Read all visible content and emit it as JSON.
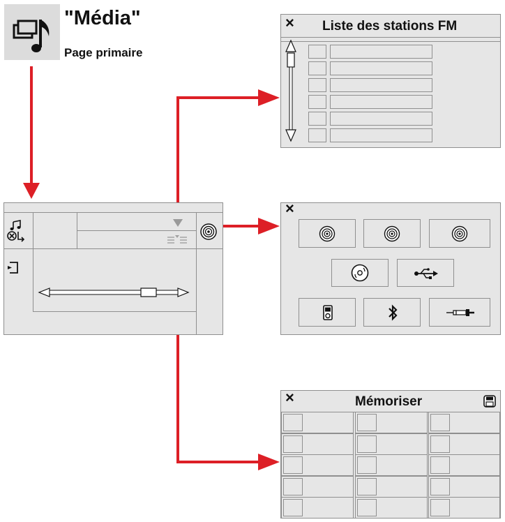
{
  "header": {
    "title": "\"Média\"",
    "subtitle": "Page primaire",
    "icon": "media-music-icon"
  },
  "primary_page": {
    "icons": [
      "source-music-icon",
      "enter-icon",
      "radio-antenna-icon",
      "slider-bar",
      "list-filter-icon",
      "arrow-down-icon"
    ]
  },
  "fm_list_panel": {
    "close_label": "×",
    "title": "Liste des stations FM",
    "rows": 6,
    "icons": [
      "scroll-up-icon",
      "scroll-down-icon"
    ]
  },
  "source_panel": {
    "close_label": "×",
    "sources": [
      "radio-antenna-icon",
      "radio-antenna-icon",
      "radio-antenna-icon",
      "cd-icon",
      "usb-icon",
      "ipod-icon",
      "bluetooth-icon",
      "aux-jack-icon"
    ]
  },
  "memorise_panel": {
    "close_label": "×",
    "title": "Mémoriser",
    "columns": 3,
    "rows": 5,
    "icons": [
      "save-icon"
    ]
  },
  "colors": {
    "arrow": "#dd1f26",
    "panel": "#e6e6e6",
    "border": "#8f8f8f",
    "header_icon_bg": "#dcdcdc"
  }
}
